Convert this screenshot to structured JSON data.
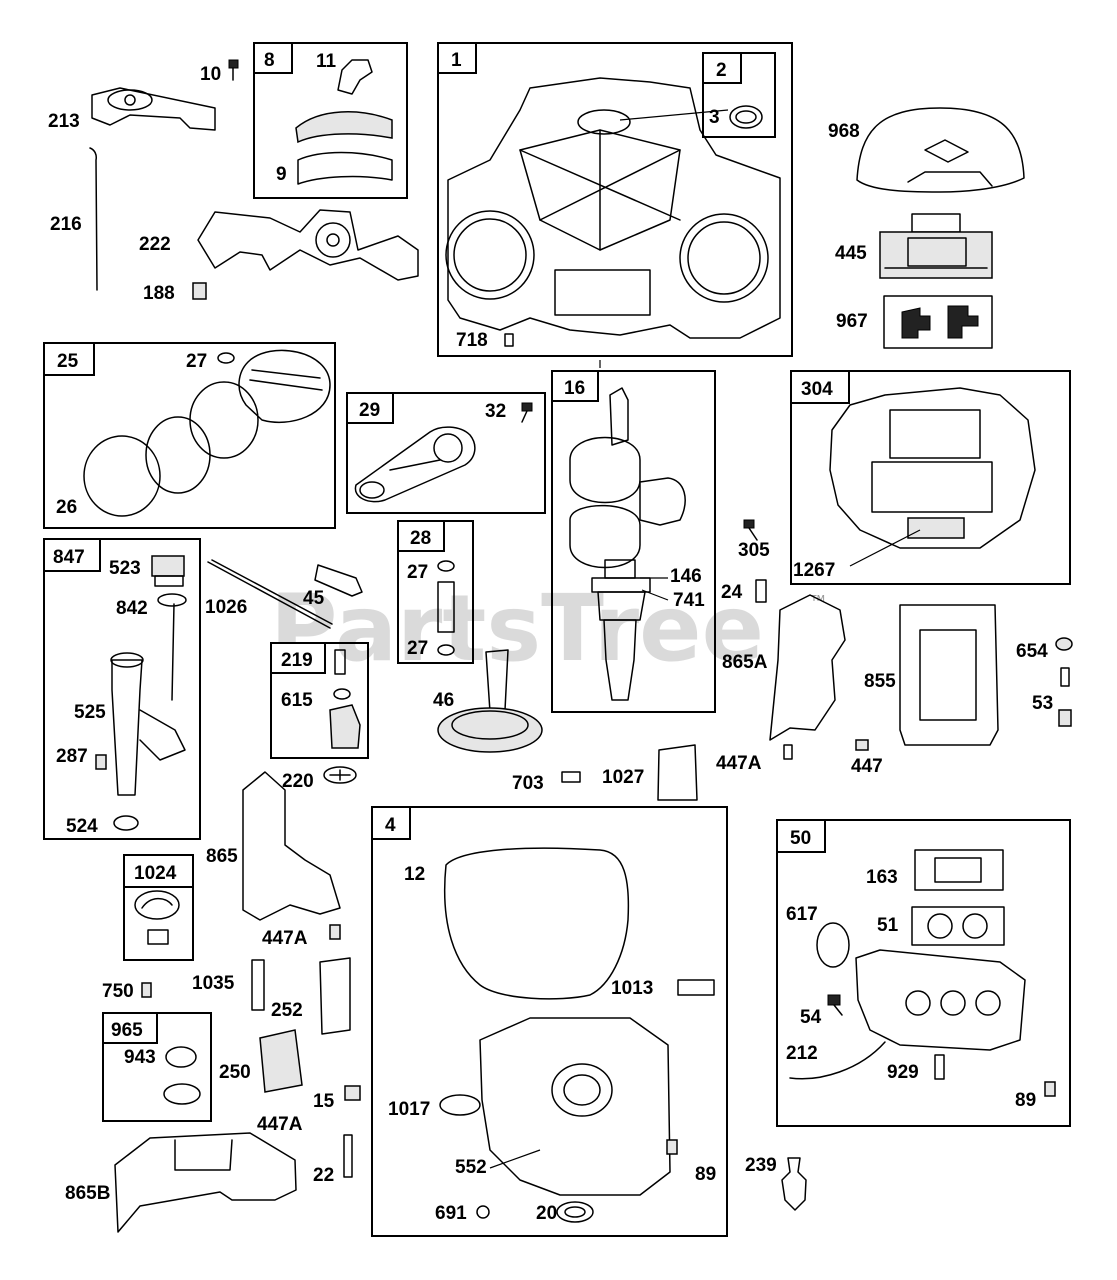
{
  "watermark": "PartsTree",
  "trademark": "™",
  "colors": {
    "line": "#000000",
    "background": "#ffffff",
    "watermark": "#bdbdbd"
  },
  "groups": [
    {
      "id": "1",
      "contains": [
        "718"
      ]
    },
    {
      "id": "2",
      "contains": [
        "3"
      ]
    },
    {
      "id": "8",
      "contains": [
        "11",
        "9"
      ]
    },
    {
      "id": "25",
      "contains": [
        "27",
        "26"
      ]
    },
    {
      "id": "29",
      "contains": [
        "32"
      ]
    },
    {
      "id": "16",
      "contains": [
        "146",
        "741"
      ]
    },
    {
      "id": "304",
      "contains": [
        "1267"
      ]
    },
    {
      "id": "847",
      "contains": [
        "523",
        "842",
        "525",
        "287",
        "524"
      ]
    },
    {
      "id": "28",
      "contains": [
        "27",
        "27"
      ]
    },
    {
      "id": "219",
      "contains": [
        "615"
      ]
    },
    {
      "id": "1024",
      "contains": []
    },
    {
      "id": "965",
      "contains": [
        "943"
      ]
    },
    {
      "id": "4",
      "contains": [
        "12",
        "1013",
        "1017",
        "552",
        "89",
        "691",
        "20"
      ]
    },
    {
      "id": "50",
      "contains": [
        "163",
        "617",
        "51",
        "54",
        "212",
        "929",
        "89"
      ]
    }
  ],
  "labels": [
    "10",
    "213",
    "216",
    "222",
    "188",
    "11",
    "9",
    "718",
    "3",
    "968",
    "445",
    "967",
    "27",
    "26",
    "32",
    "146",
    "741",
    "1267",
    "523",
    "842",
    "1026",
    "45",
    "305",
    "24",
    "865A",
    "654",
    "855",
    "53",
    "27",
    "27",
    "615",
    "46",
    "525",
    "287",
    "524",
    "220",
    "703",
    "1027",
    "447A",
    "447",
    "865",
    "447A",
    "750",
    "1035",
    "252",
    "943",
    "250",
    "447A",
    "15",
    "22",
    "865B",
    "12",
    "1013",
    "1017",
    "552",
    "89",
    "691",
    "20",
    "163",
    "617",
    "51",
    "54",
    "212",
    "929",
    "89",
    "239"
  ]
}
